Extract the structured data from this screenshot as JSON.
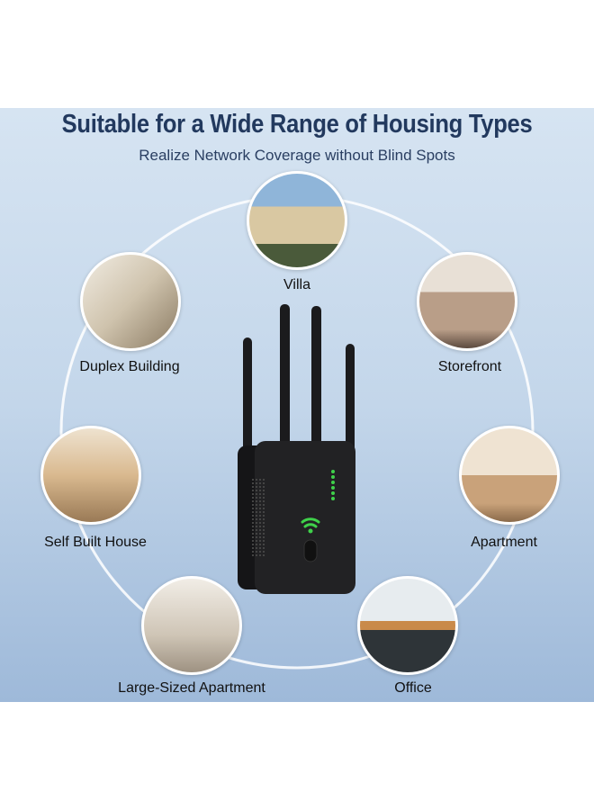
{
  "header": {
    "title": "Suitable for a Wide Range of Housing Types",
    "subtitle": "Realize Network Coverage without Blind Spots"
  },
  "housing_types": [
    {
      "label": "Villa",
      "icon": "villa-photo",
      "colors": [
        "#8fb5d9",
        "#d9c8a2",
        "#4a5a3a"
      ]
    },
    {
      "label": "Duplex Building",
      "icon": "duplex-photo",
      "colors": [
        "#cfc3ad",
        "#8a7a62",
        "#f1ece2"
      ]
    },
    {
      "label": "Storefront",
      "icon": "storefront-photo",
      "colors": [
        "#e8e0d6",
        "#b99e88",
        "#5c4a3e"
      ]
    },
    {
      "label": "Self Built House",
      "icon": "house-photo",
      "colors": [
        "#d9b98f",
        "#9a7a56",
        "#eee2cf"
      ]
    },
    {
      "label": "Apartment",
      "icon": "apartment-photo",
      "colors": [
        "#efe3d2",
        "#c9a27a",
        "#8a6a4a"
      ]
    },
    {
      "label": "Large-Sized Apartment",
      "icon": "large-apartment-photo",
      "colors": [
        "#f1ede6",
        "#cfc5b6",
        "#9e9282"
      ]
    },
    {
      "label": "Office",
      "icon": "office-photo",
      "colors": [
        "#e7ecef",
        "#2e3438",
        "#c98a4a"
      ]
    }
  ],
  "colors": {
    "title": "#22395e",
    "ring": "#ffffff",
    "device": "#1c1c1e",
    "led": "#3fd14a"
  }
}
